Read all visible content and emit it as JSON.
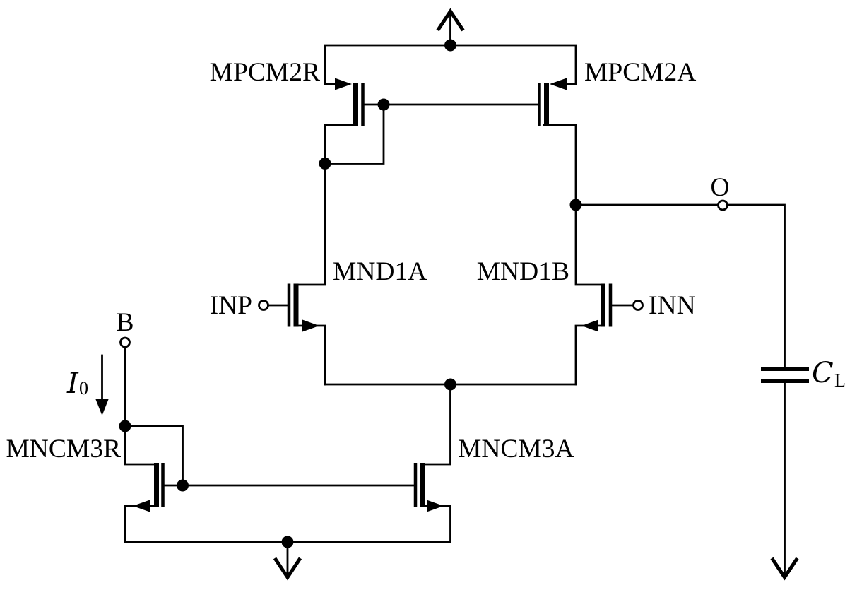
{
  "figure": {
    "kind": "analog-cmos-ota-schematic",
    "background": "#ffffff",
    "ink_color": "#000000"
  },
  "components": {
    "mpcm2r": {
      "label": "MPCM2R",
      "type": "pmos"
    },
    "mpcm2a": {
      "label": "MPCM2A",
      "type": "pmos"
    },
    "mnd1a": {
      "label": "MND1A",
      "type": "nmos"
    },
    "mnd1b": {
      "label": "MND1B",
      "type": "nmos"
    },
    "mncm3r": {
      "label": "MNCM3R",
      "type": "nmos"
    },
    "mncm3a": {
      "label": "MNCM3A",
      "type": "nmos"
    }
  },
  "terminals": {
    "inp": {
      "label": "INP"
    },
    "inn": {
      "label": "INN"
    },
    "bias": {
      "label": "B"
    },
    "out": {
      "label": "O"
    }
  },
  "annotations": {
    "bias_current": {
      "base": "I",
      "sub": "0"
    },
    "load_cap": {
      "base": "C",
      "sub": "L"
    }
  },
  "icons": {
    "supply_top": "arrow-up",
    "supply_bottom": "arrow-down",
    "cap_return": "arrow-down",
    "current_direction": "arrow-down"
  }
}
